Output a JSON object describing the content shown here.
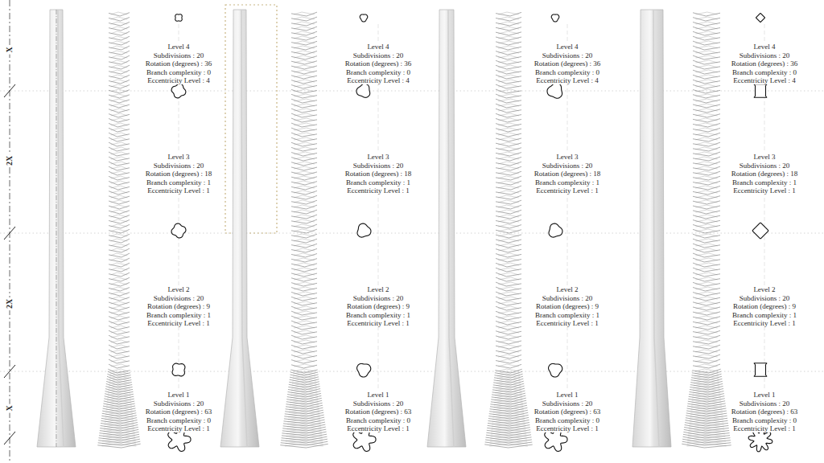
{
  "diagram": {
    "labels": [
      "X",
      "2X",
      "2X",
      "X",
      "Level 4",
      "Subdivisions : 20",
      "Rotation (degrees) : 36",
      "Branch complexity : 0",
      "Eccentricity Level : 4",
      "Level 3",
      "Subdivisions : 20",
      "Rotation (degrees) : 18",
      "Branch complexity : 1",
      "Eccentricity Level : 1",
      "Level 2",
      "Subdivisions : 20",
      "Rotation (degrees) : 9",
      "Branch complexity : 1",
      "Eccentricity Level : 1",
      "Level 1",
      "Subdivisions : 20",
      "Rotation (degrees) : 63",
      "Branch complexity : 0",
      "Eccentricity Level : 1",
      "Level 4",
      "Subdivisions : 20",
      "Rotation (degrees) : 36",
      "Branch complexity : 0",
      "Eccentricity Level : 4",
      "Level 3",
      "Subdivisions : 20",
      "Rotation (degrees) : 18",
      "Branch complexity : 1",
      "Eccentricity Level : 1",
      "Level 2",
      "Subdivisions : 20",
      "Rotation (degrees) : 9",
      "Branch complexity : 1",
      "Eccentricity Level : 1",
      "Level 1",
      "Subdivisions : 20",
      "Rotation (degrees) : 63",
      "Branch complexity : 0",
      "Eccentricity Level : 1",
      "Level 4",
      "Subdivisions : 20",
      "Rotation (degrees) : 36",
      "Branch complexity : 0",
      "Eccentricity Level : 4",
      "Level 3",
      "Subdivisions : 20",
      "Rotation (degrees) : 18",
      "Branch complexity : 1",
      "Eccentricity Level : 1",
      "Level 2",
      "Subdivisions : 20",
      "Rotation (degrees) : 9",
      "Branch complexity : 1",
      "Eccentricity Level : 1",
      "Level 1",
      "Subdivisions : 20",
      "Rotation (degrees) : 63",
      "Branch complexity : 0",
      "Eccentricity Level : 1",
      "Level 4",
      "Subdivisions : 20",
      "Rotation (degrees) : 36",
      "Branch complexity : 0",
      "Eccentricity Level : 4",
      "Level 3",
      "Subdivisions : 20",
      "Rotation (degrees) : 18",
      "Branch complexity : 1",
      "Eccentricity Level : 1",
      "Level 2",
      "Subdivisions : 20",
      "Rotation (degrees) : 9",
      "Branch complexity : 1",
      "Eccentricity Level : 1",
      "Level 1",
      "Subdivisions : 20",
      "Rotation (degrees) : 63",
      "Branch complexity : 0",
      "Eccentricity Level : 1"
    ]
  }
}
